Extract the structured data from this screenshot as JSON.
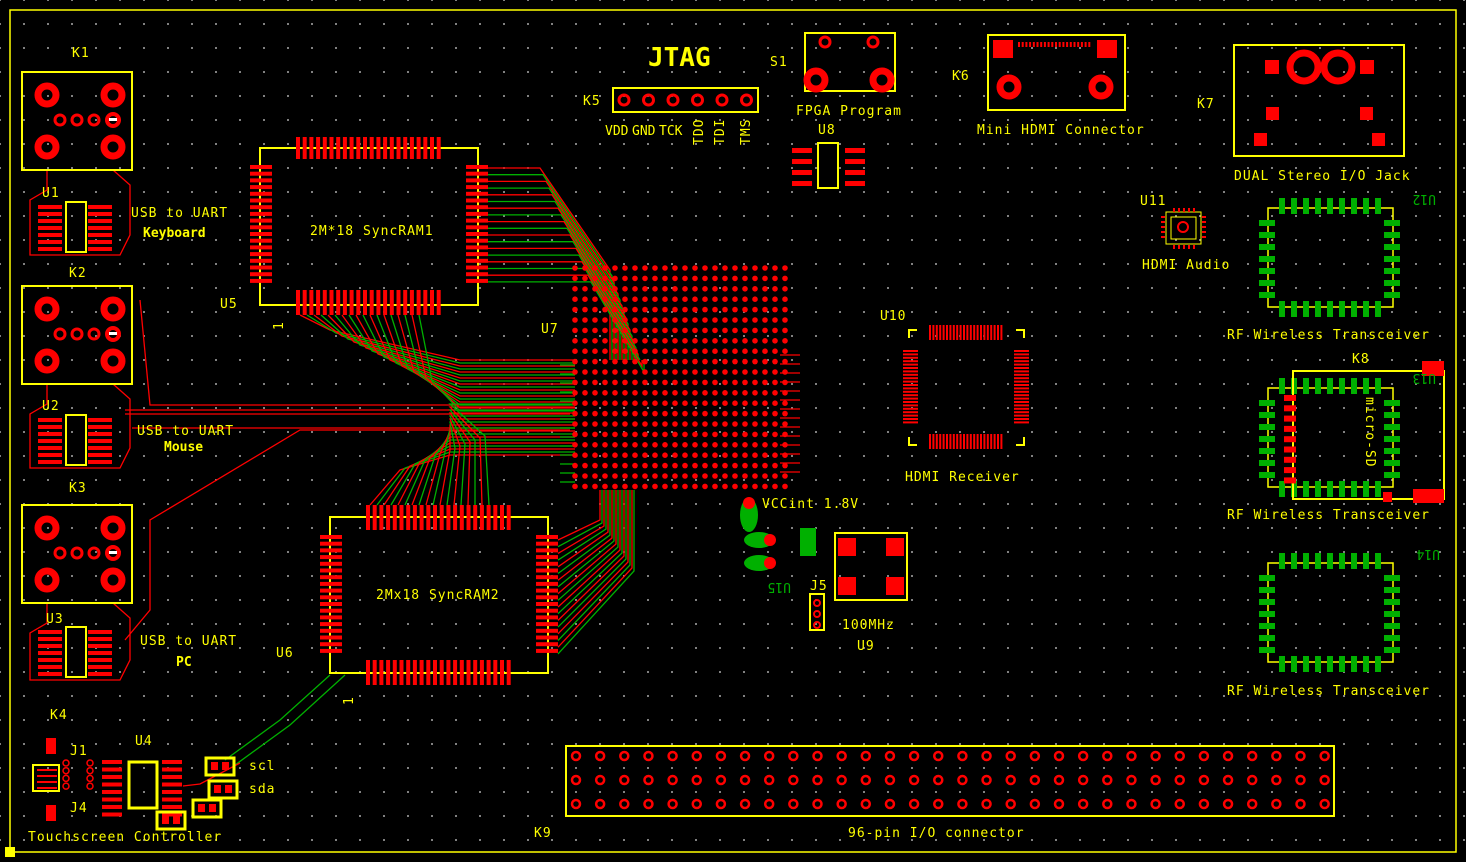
{
  "colors": {
    "background": "#000000",
    "silkscreen": "#ffff00",
    "top_copper": "#ff0000",
    "bottom_copper": "#00b000",
    "grid": "#9a9a9a"
  },
  "labels": {
    "k1": "K1",
    "u1": "U1",
    "usb1": "USB to UART",
    "keyboard": "Keyboard",
    "k2": "K2",
    "u2": "U2",
    "usb2": "USB to UART",
    "mouse": "Mouse",
    "k3": "K3",
    "u3": "U3",
    "usb3": "USB to UART",
    "pc": "PC",
    "k4": "K4",
    "j1": "J1",
    "j4": "J4",
    "u4": "U4",
    "scl": "scl",
    "sda": "sda",
    "touch": "Touchscreen Controller",
    "u5": "U5",
    "ram1": "2M*18 SyncRAM1",
    "u6": "U6",
    "ram2": "2Mx18 SyncRAM2",
    "u7": "U7",
    "pin1a": "1",
    "pin1b": "1",
    "jtag": "JTAG",
    "k5": "K5",
    "vdd": "VDD",
    "gnd": "GND",
    "tck": "TCK",
    "tdo": "TDO",
    "tdi": "TDI",
    "tms": "TMS",
    "s1": "S1",
    "fpga_program": "FPGA Program",
    "u8": "U8",
    "k6": "K6",
    "mini_hdmi": "Mini HDMI Connector",
    "k7": "K7",
    "stereo": "DUAL Stereo I/O Jack",
    "u11": "U11",
    "hdmi_audio": "HDMI Audio",
    "u12": "U12",
    "rf1": "RF Wireless Transceiver",
    "k8": "K8",
    "u13": "U13",
    "microsd": "micro-SD",
    "rf2": "RF Wireless Transceiver",
    "u14": "U14",
    "rf3": "RF Wireless Transceiver",
    "u10": "U10",
    "hdmi_receiver": "HDMI Receiver",
    "vccint": "VCCint 1.8V",
    "u15": "U15",
    "j5": "J5",
    "osc": "100MHz",
    "u9": "U9",
    "k9": "K9",
    "io96": "96-pin I/O connector"
  }
}
